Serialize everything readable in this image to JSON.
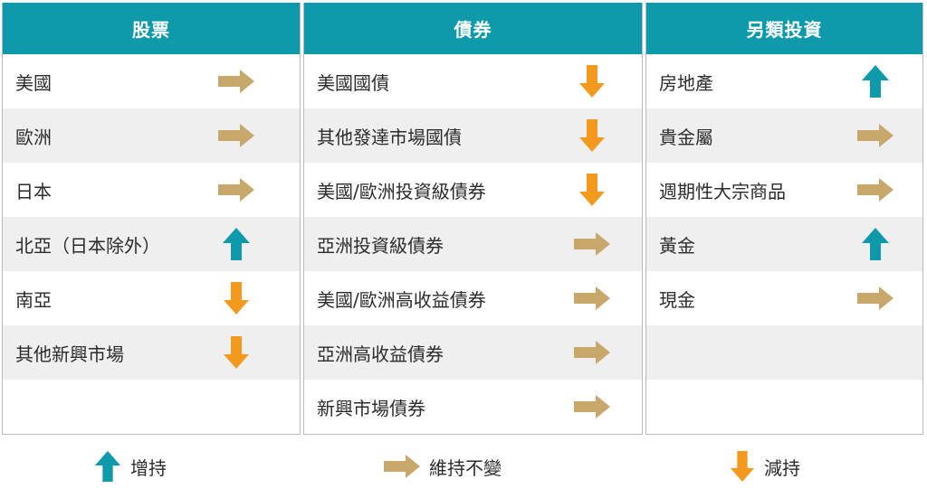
{
  "colors": {
    "header": "#0e9aaa",
    "up": "#0e9aaa",
    "neutral": "#c8a86a",
    "down": "#f39a1e"
  },
  "legend_icons": {
    "up": "up-arrow-icon",
    "neutral": "right-arrow-icon",
    "down": "down-arrow-icon"
  },
  "columns": [
    {
      "header": "股票",
      "rows": [
        {
          "label": "美國",
          "trend": "neutral"
        },
        {
          "label": "歐洲",
          "trend": "neutral"
        },
        {
          "label": "日本",
          "trend": "neutral"
        },
        {
          "label": "北亞（日本除外）",
          "trend": "up"
        },
        {
          "label": "南亞",
          "trend": "down"
        },
        {
          "label": "其他新興市場",
          "trend": "down"
        }
      ]
    },
    {
      "header": "債券",
      "rows": [
        {
          "label": "美國國債",
          "trend": "down"
        },
        {
          "label": "其他發達市場國債",
          "trend": "down"
        },
        {
          "label": "美國/歐洲投資級債券",
          "trend": "down"
        },
        {
          "label": "亞洲投資級債券",
          "trend": "neutral"
        },
        {
          "label": "美國/歐洲高收益債券",
          "trend": "neutral"
        },
        {
          "label": "亞洲高收益債券",
          "trend": "neutral"
        },
        {
          "label": "新興市場債券",
          "trend": "neutral"
        }
      ]
    },
    {
      "header": "另類投資",
      "rows": [
        {
          "label": "房地產",
          "trend": "up"
        },
        {
          "label": "貴金屬",
          "trend": "neutral"
        },
        {
          "label": "週期性大宗商品",
          "trend": "neutral"
        },
        {
          "label": "黃金",
          "trend": "up"
        },
        {
          "label": "現金",
          "trend": "neutral"
        }
      ]
    }
  ],
  "legend": {
    "up": "增持",
    "neutral": "維持不變",
    "down": "減持"
  }
}
